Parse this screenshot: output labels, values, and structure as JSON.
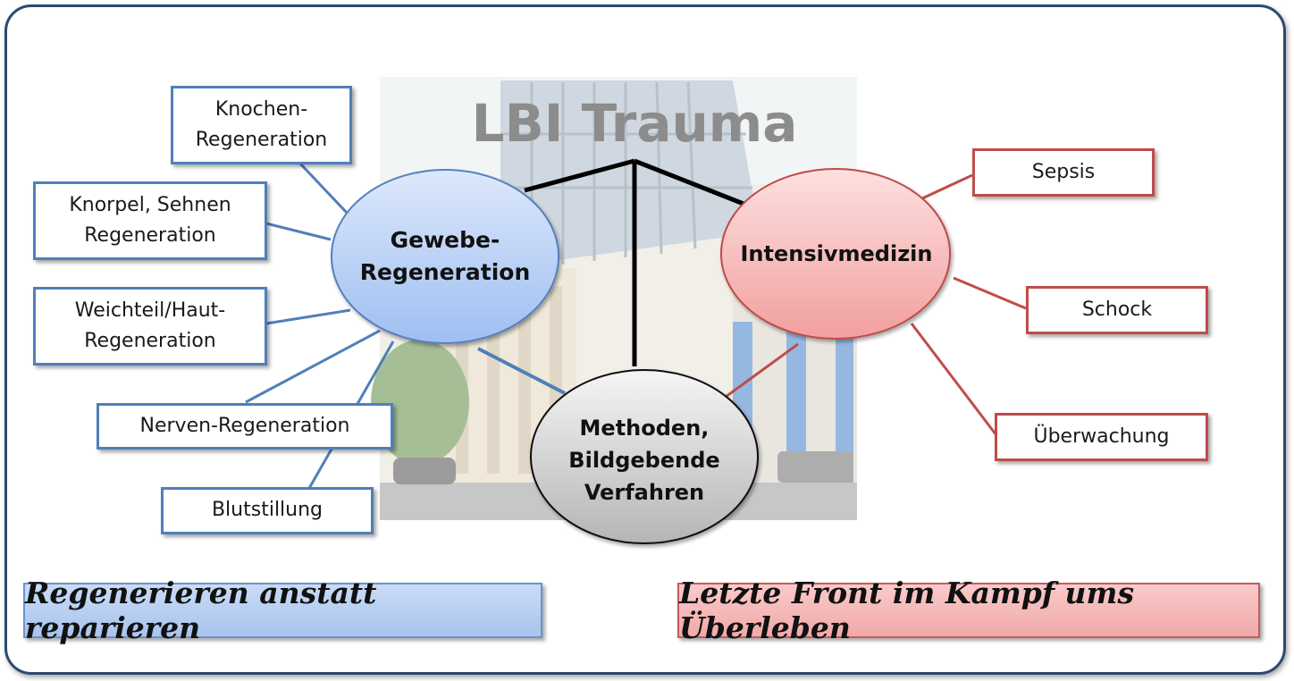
{
  "title": "LBI Trauma",
  "colors": {
    "blue_accent": "#4f7fba",
    "red_accent": "#bf4c4a",
    "frame": "#2c4a6e",
    "connector_black": "#000000"
  },
  "nodes": {
    "gewebe": "Gewebe-\nRegeneration",
    "intensiv": "Intensivmedizin",
    "methoden": "Methoden,\nBildgebende\nVerfahren"
  },
  "left_boxes": {
    "knochen": "Knochen-\nRegeneration",
    "knorpel": "Knorpel, Sehnen\nRegeneration",
    "weichteil": "Weichteil/Haut-\nRegeneration",
    "nerven": "Nerven-Regeneration",
    "blut": "Blutstillung"
  },
  "right_boxes": {
    "sepsis": "Sepsis",
    "schock": "Schock",
    "ueberwachung": "Überwachung"
  },
  "banners": {
    "left": "Regenerieren anstatt reparieren",
    "right": "Letzte Front im Kampf ums Überleben"
  },
  "background_image": "building-photo"
}
